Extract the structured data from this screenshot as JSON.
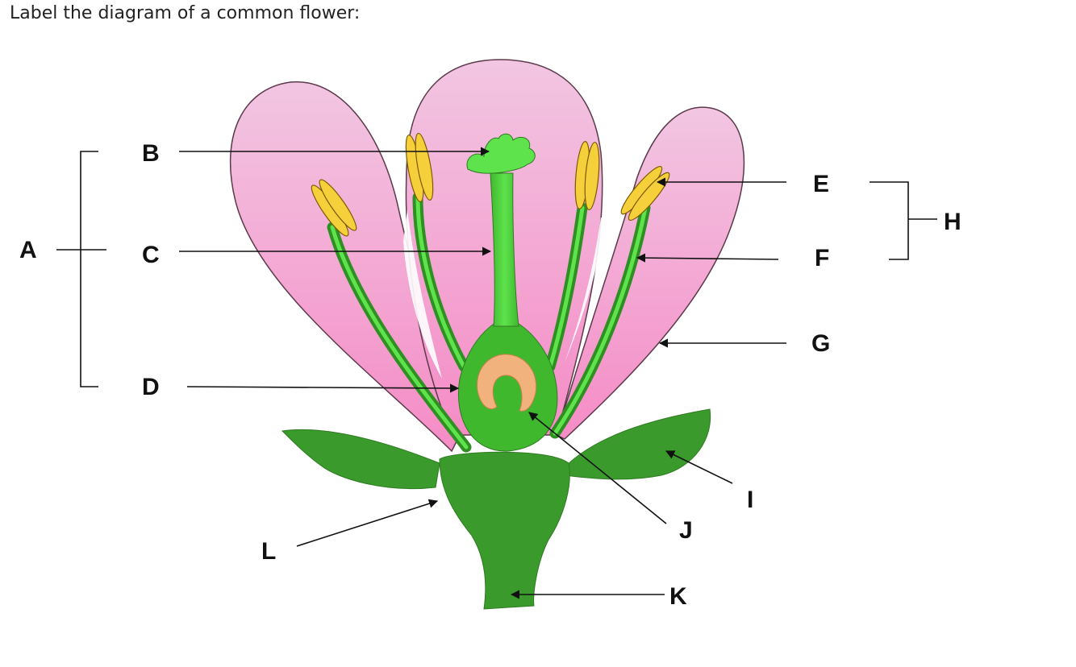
{
  "title": "Label the diagram of a common flower:",
  "labels": [
    "A",
    "B",
    "C",
    "D",
    "E",
    "F",
    "G",
    "H",
    "I",
    "J",
    "K",
    "L"
  ],
  "colors": {
    "petal_top": "#f2c6e2",
    "petal_bottom": "#f58cc6",
    "petal_outline": "#5b3a4a",
    "green_light": "#5ee34c",
    "green_mid": "#3fb82e",
    "green_dark": "#2f8f22",
    "receptacle": "#3a9a2c",
    "anther": "#f6d03a",
    "anther_outline": "#7a5a00",
    "ovule": "#f2b27d"
  }
}
